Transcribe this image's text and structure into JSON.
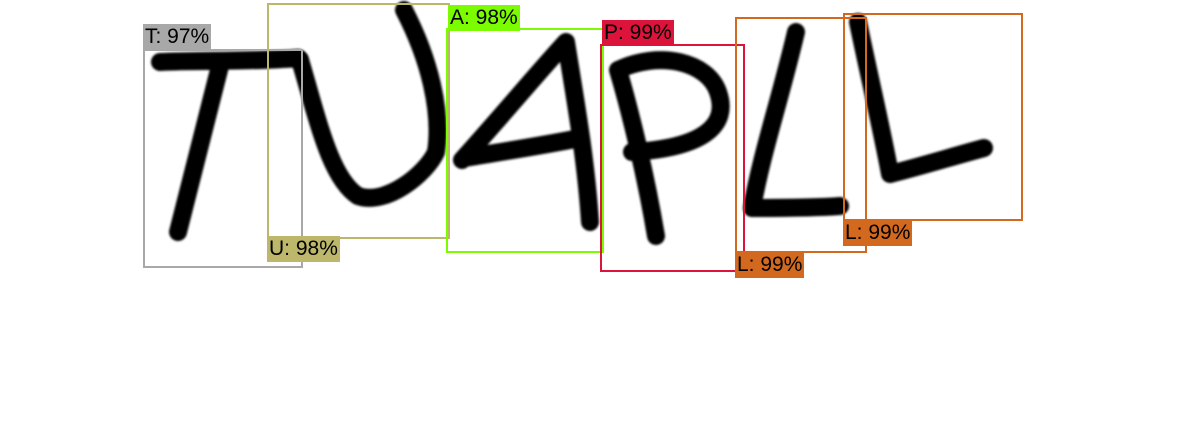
{
  "detections": [
    {
      "letter": "T",
      "label": "T: 97%",
      "confidence": 0.97,
      "color": "#a8a8a8"
    },
    {
      "letter": "U",
      "label": "U: 98%",
      "confidence": 0.98,
      "color": "#bdb76b"
    },
    {
      "letter": "A",
      "label": "A: 98%",
      "confidence": 0.98,
      "color": "#7cfc00"
    },
    {
      "letter": "P",
      "label": "P: 99%",
      "confidence": 0.99,
      "color": "#dc143c"
    },
    {
      "letter": "L",
      "label": "L: 99%",
      "confidence": 0.99,
      "color": "#d2691e"
    },
    {
      "letter": "L",
      "label": "L: 99%",
      "confidence": 0.99,
      "color": "#d2691e"
    }
  ]
}
